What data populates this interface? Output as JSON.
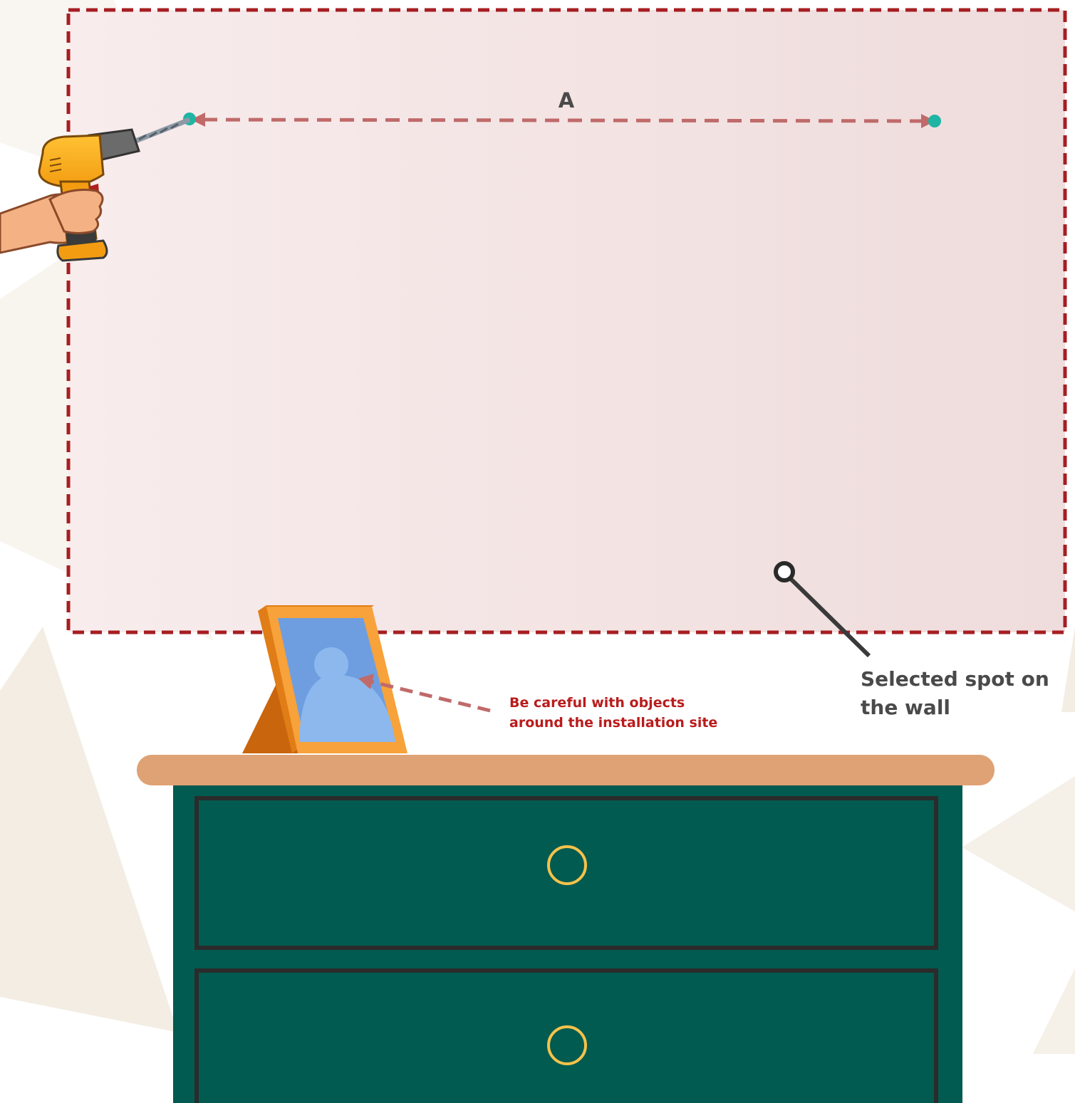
{
  "labels": {
    "distance": "A",
    "caution_line1": "Be careful with objects",
    "caution_line2": "around the installation site",
    "spot_line1": "Selected spot on",
    "spot_line2": "the wall"
  },
  "colors": {
    "outline": "#a61e22",
    "wall_fill": "#f3e1e1",
    "measure_line": "#c06a6a",
    "endpoint": "#1fb5a4",
    "dresser": "#025b50",
    "dresser_top": "#dfa275",
    "knob": "#f5c24a",
    "frame": "#f7a23a",
    "photo": "#6e9ee0",
    "caution_text": "#b91c1c",
    "label_text": "#4a4a4a"
  },
  "icons": {
    "drill": "power-drill-icon",
    "pin": "location-pin-icon",
    "frame": "photo-frame-icon"
  }
}
